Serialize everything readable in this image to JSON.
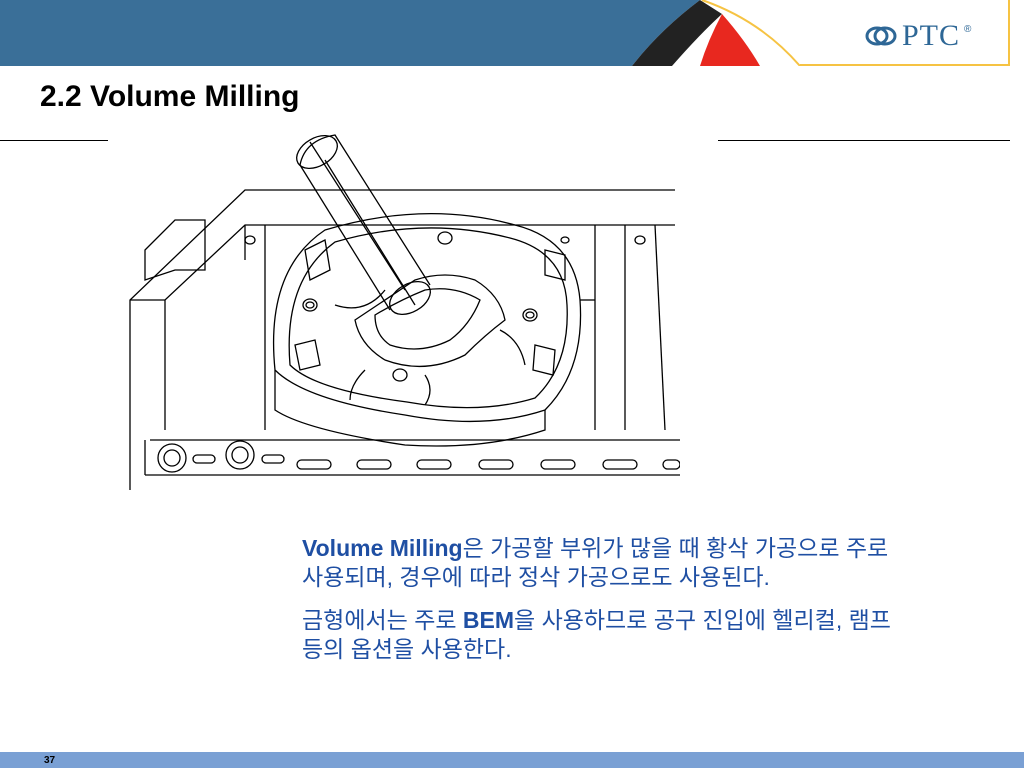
{
  "header": {
    "logo_text": "PTC",
    "logo_mark": "®"
  },
  "slide": {
    "title": "2.2 Volume Milling",
    "figure_icon": "volume-milling-drawing",
    "paragraph1": {
      "bold": "Volume Milling",
      "text": "은 가공할 부위가 많을 때 황삭 가공으로 주로 사용되며, 경우에 따라 정삭 가공으로도 사용된다."
    },
    "paragraph2": {
      "text_before": "금형에서는 주로 ",
      "bold": "BEM",
      "text_after": "을 사용하므로 공구 진입에 헬리컬, 램프 등의 옵션을 사용한다."
    }
  },
  "footer": {
    "page_number": "37"
  },
  "colors": {
    "header_blue": "#3a6f98",
    "accent_red": "#e8281f",
    "accent_yellow": "#f6c343",
    "text_blue": "#1f4fa3",
    "footer_blue": "#7aa0d4"
  }
}
